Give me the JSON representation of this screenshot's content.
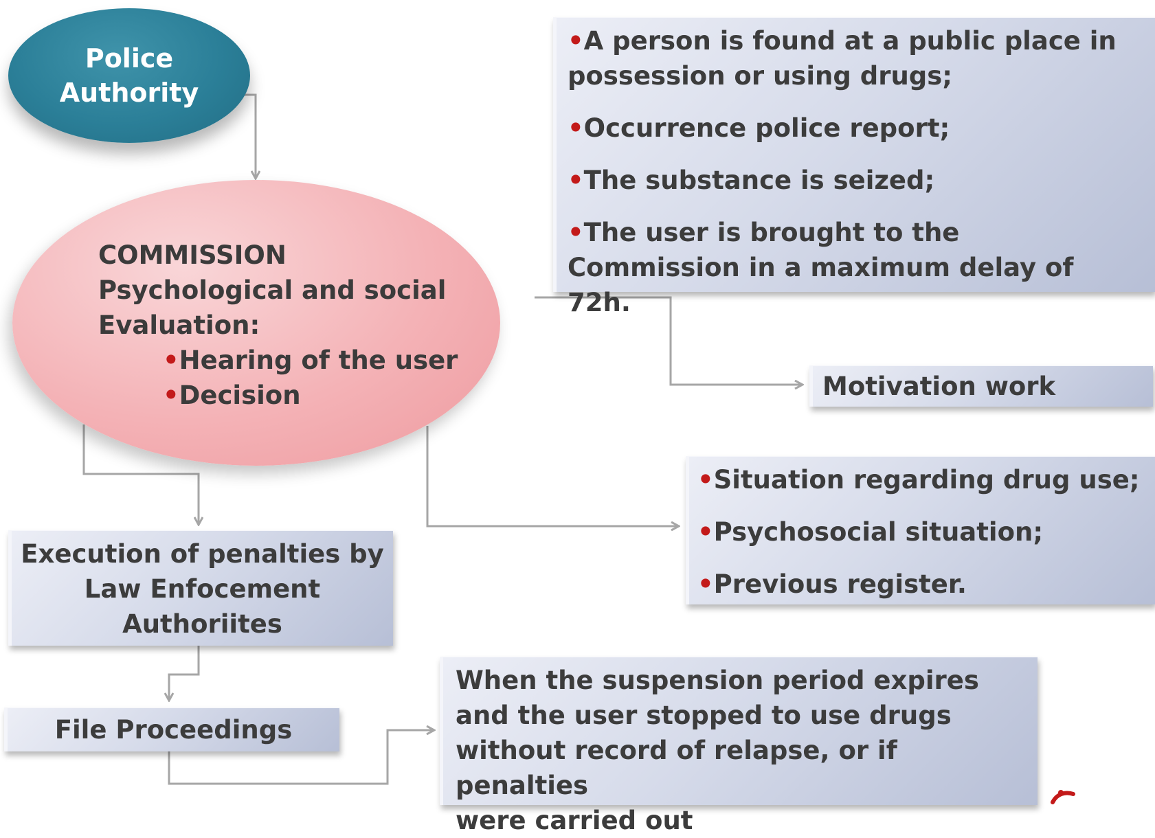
{
  "police": {
    "line1": "Police",
    "line2": "Authority"
  },
  "commission": {
    "line1": "COMMISSION",
    "line2": "Psychological and social",
    "line3": "Evaluation:",
    "bullets": [
      "Hearing of the user",
      "Decision"
    ]
  },
  "info": [
    "A person is found at a public place in possession or using drugs;",
    "Occurrence police report;",
    "The substance is seized;",
    "The user is brought to the   Commission in a maximum delay of  72h."
  ],
  "motivation": "Motivation work",
  "situation": [
    "Situation regarding drug use;",
    "Psychosocial situation;",
    "Previous register."
  ],
  "execution": {
    "line1": "Execution of penalties by",
    "line2": "Law Enfocement",
    "line3": "Authoriites"
  },
  "file": "File Proceedings",
  "suspension": [
    "When the suspension period expires",
    "and the user stopped to use drugs",
    "without record of  relapse, or if  penalties",
    "were carried out"
  ],
  "bullet_char": "•",
  "colors": {
    "teal": "#2b7f98",
    "pink": "#f4b2b6",
    "box": "#d6dbea",
    "bullet": "#c31a1a",
    "connector": "#a6a6a6"
  }
}
